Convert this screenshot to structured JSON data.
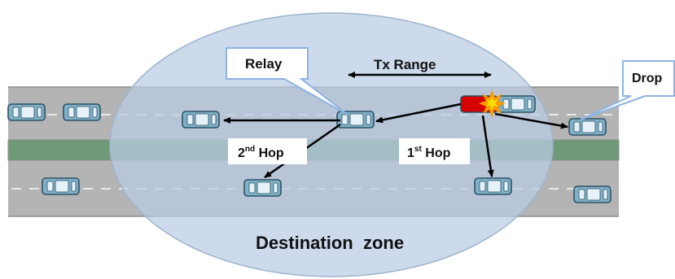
{
  "labels": {
    "relay": "Relay",
    "drop": "Drop",
    "tx_range": "Tx Range",
    "second_hop_num": "2",
    "second_hop_sup": "nd",
    "second_hop_word": " Hop",
    "first_hop_num": "1",
    "first_hop_sup": "st",
    "first_hop_word": " Hop",
    "destination_zone": "Destination  zone"
  },
  "colors": {
    "zone_fill": "#b9cce4",
    "zone_stroke": "#9fb4cc",
    "road": "#b4b4b4",
    "road_edge": "#8e8e8e",
    "median": "#6f9a78",
    "lane_dash": "#e8e8e8",
    "car_body": "#7fb0c6",
    "car_outline": "#2e5266",
    "car_window": "#e6f2f8",
    "crashed_car": "#d60000",
    "callout_border": "#8eb4e3",
    "arrow": "#000000",
    "fire_outer": "#ff9a00",
    "fire_inner": "#ffe000"
  },
  "icons": {
    "vehicle": "car-icon",
    "crash": "explosion-icon"
  }
}
